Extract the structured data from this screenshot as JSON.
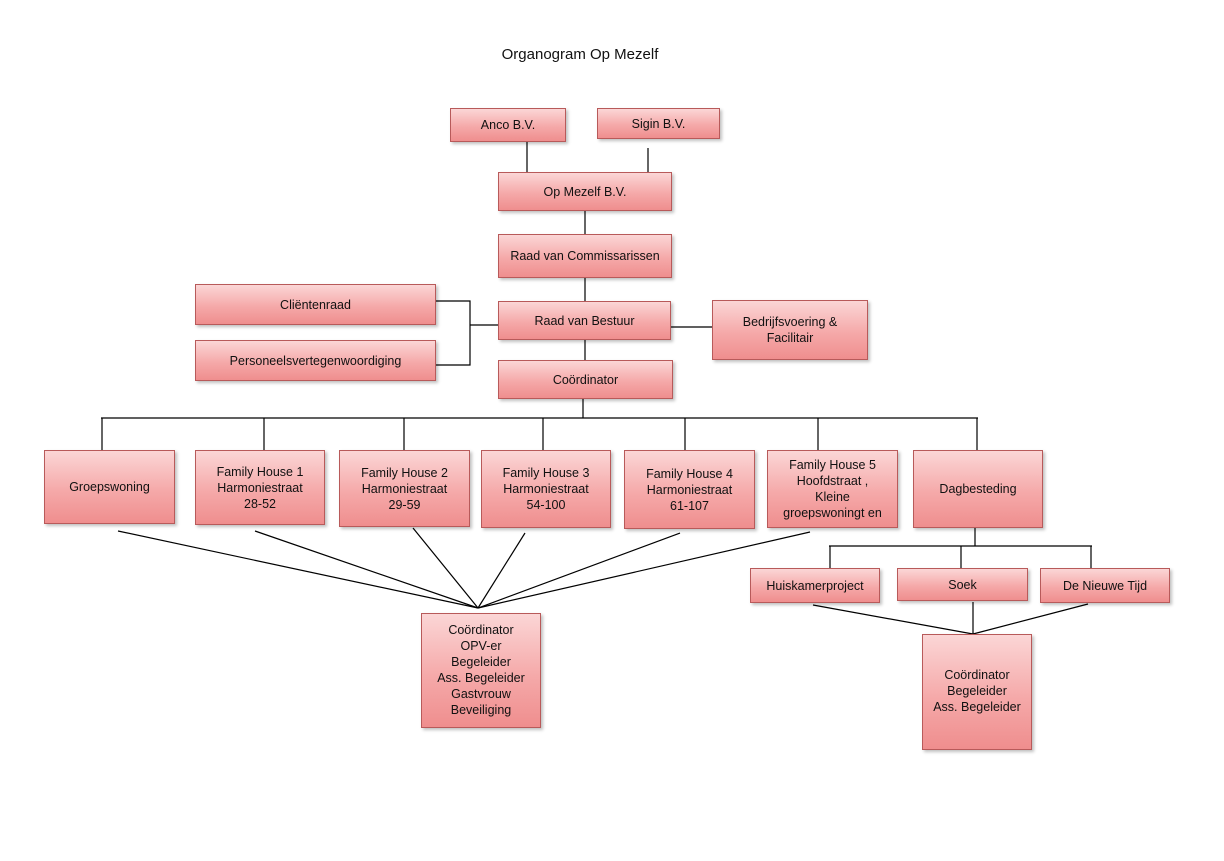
{
  "title": "Organogram Op Mezelf",
  "nodes": {
    "anco": "Anco B.V.",
    "sigin": "Sigin B.V.",
    "op_mezelf": "Op Mezelf B.V.",
    "raad_commissarissen": "Raad van Commissarissen",
    "clientenraad": "Cliëntenraad",
    "personeel": "Personeelsvertegenwoordiging",
    "raad_bestuur": "Raad van Bestuur",
    "bedrijfsvoering": "Bedrijfsvoering &\nFacilitair",
    "coordinator": "Coördinator",
    "groepswoning": "Groepswoning",
    "fh1": "Family House 1\nHarmoniestraat\n28-52",
    "fh2": "Family House 2\nHarmoniestraat\n29-59",
    "fh3": "Family House 3\nHarmoniestraat\n54-100",
    "fh4": "Family House 4\nHarmoniestraat\n61-107",
    "fh5": "Family House 5\nHoofdstraat ,\nKleine\ngroepswoningt en",
    "dagbesteding": "Dagbesteding",
    "huiskamer": "Huiskamerproject",
    "soek": "Soek",
    "nieuwe_tijd": "De Nieuwe Tijd",
    "staff_wonen": "Coördinator\nOPV-er\nBegeleider\nAss. Begeleider\nGastvrouw\nBeveiliging",
    "staff_dag": "Coördinator\nBegeleider\nAss. Begeleider"
  }
}
